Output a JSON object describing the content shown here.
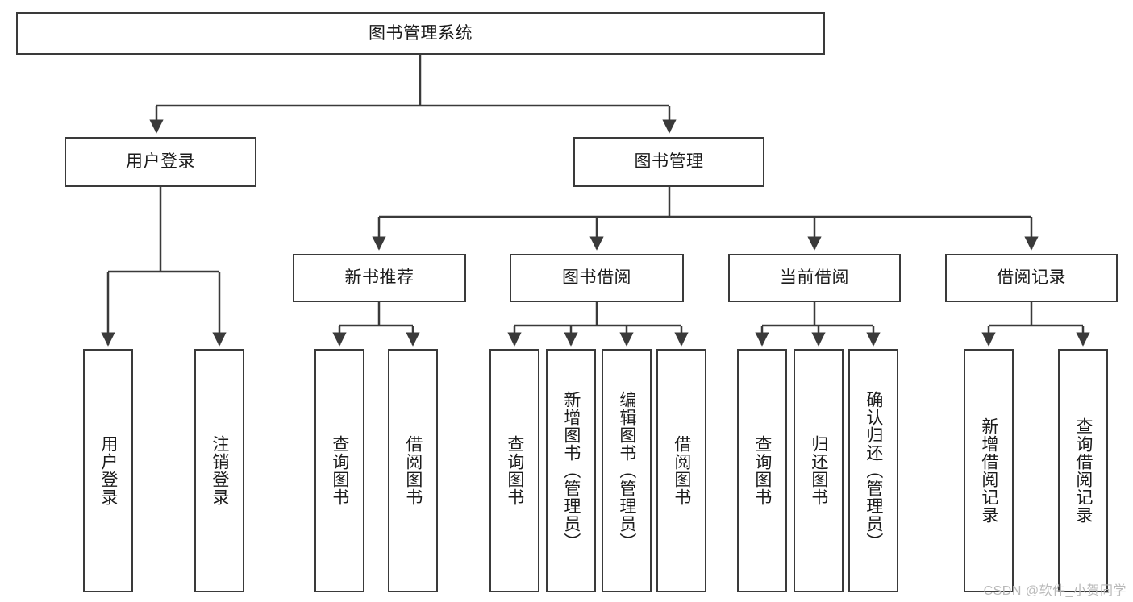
{
  "diagram": {
    "title": "图书管理系统",
    "type": "tree-hierarchy-chart",
    "root": {
      "id": "root",
      "label": "图书管理系统"
    },
    "level2": [
      {
        "id": "user-login",
        "label": "用户登录"
      },
      {
        "id": "book-manage",
        "label": "图书管理"
      }
    ],
    "level3": [
      {
        "id": "new-book-recommend",
        "label": "新书推荐",
        "parent": "book-manage"
      },
      {
        "id": "book-borrow",
        "label": "图书借阅",
        "parent": "book-manage"
      },
      {
        "id": "current-borrow",
        "label": "当前借阅",
        "parent": "book-manage"
      },
      {
        "id": "borrow-record",
        "label": "借阅记录",
        "parent": "book-manage"
      }
    ],
    "leaves": [
      {
        "id": "leaf-user-login",
        "label": "用户登录",
        "parent": "user-login"
      },
      {
        "id": "leaf-user-logout",
        "label": "注销登录",
        "parent": "user-login"
      },
      {
        "id": "leaf-query-book-1",
        "label": "查询图书",
        "parent": "new-book-recommend"
      },
      {
        "id": "leaf-borrow-book-1",
        "label": "借阅图书",
        "parent": "new-book-recommend"
      },
      {
        "id": "leaf-query-book-2",
        "label": "查询图书",
        "parent": "book-borrow"
      },
      {
        "id": "leaf-add-book",
        "label": "新增图书（管理员）",
        "parent": "book-borrow"
      },
      {
        "id": "leaf-edit-book",
        "label": "编辑图书（管理员）",
        "parent": "book-borrow"
      },
      {
        "id": "leaf-borrow-book-2",
        "label": "借阅图书",
        "parent": "book-borrow"
      },
      {
        "id": "leaf-query-book-3",
        "label": "查询图书",
        "parent": "current-borrow"
      },
      {
        "id": "leaf-return-book",
        "label": "归还图书",
        "parent": "current-borrow"
      },
      {
        "id": "leaf-confirm-return",
        "label": "确认归还（管理员）",
        "parent": "current-borrow"
      },
      {
        "id": "leaf-add-record",
        "label": "新增借阅记录",
        "parent": "borrow-record"
      },
      {
        "id": "leaf-query-record",
        "label": "查询借阅记录",
        "parent": "borrow-record"
      }
    ],
    "watermark": "CSDN @软件_小贺同学",
    "colors": {
      "stroke": "#3a3a3a",
      "text": "#1b1b1b",
      "background": "#ffffff",
      "watermark": "#b9b9b9"
    }
  }
}
